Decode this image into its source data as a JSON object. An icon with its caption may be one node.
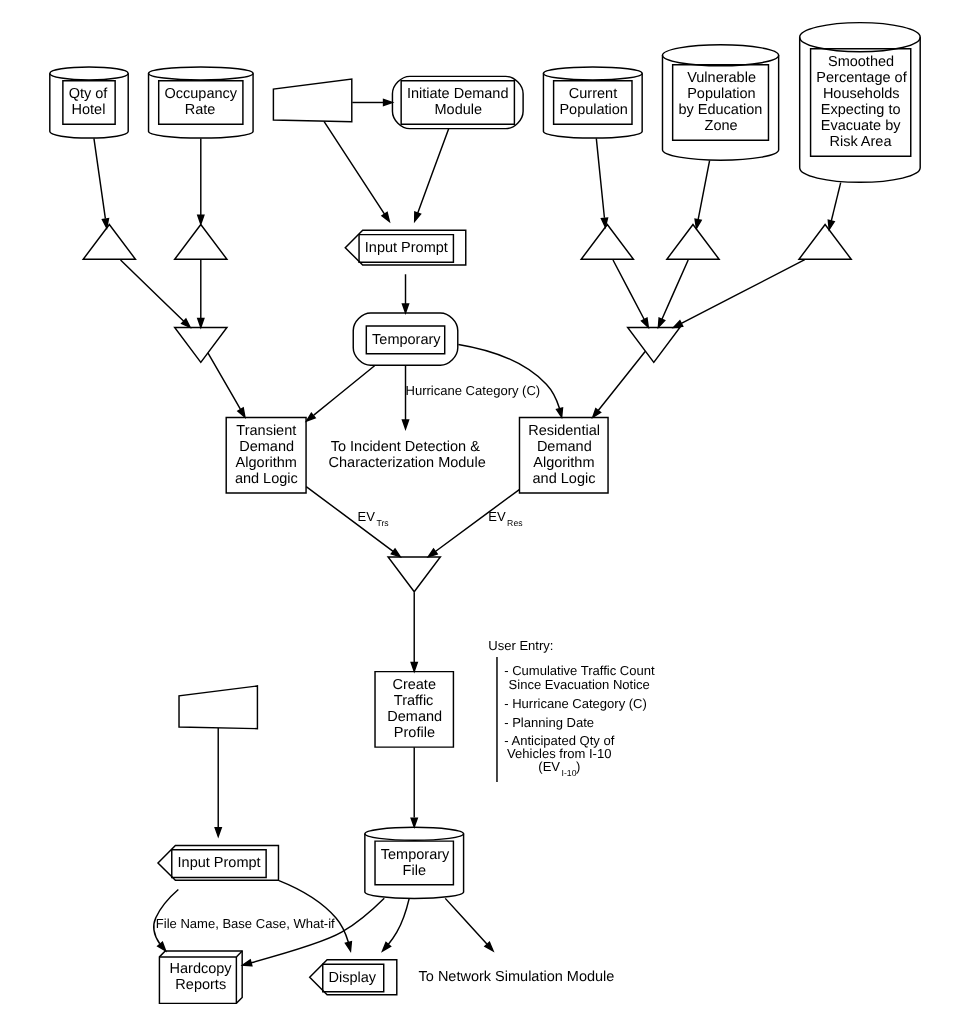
{
  "diagram": {
    "nodes": [
      {
        "text": [
          "Initiate Demand Module"
        ]
      },
      {
        "text": [
          "Input Prompt"
        ]
      },
      {
        "text": [],
        "shape": "trapezoid"
      },
      {
        "text": [
          "Temporary"
        ]
      },
      {
        "text": [
          "To Incident Detection & Characterization Module"
        ]
      },
      {
        "text": [
          "Current Population"
        ]
      },
      {
        "text": [],
        "shape": "triangle"
      },
      {
        "text": [
          "Vulnerable Population by Education Zone"
        ]
      },
      {
        "text": [],
        "shape": "triangle"
      },
      {
        "text": [],
        "shape": "triangle"
      },
      {
        "text": [
          "Residential Demand Algorithm and Logic"
        ]
      },
      {
        "text": [
          "Qty of Hotel"
        ]
      },
      {
        "text": [],
        "shape": "triangle"
      },
      {
        "text": [
          "Transient Demand Algorithm and Logic"
        ]
      },
      {
        "text": [],
        "shape": "triangle"
      },
      {
        "text": [],
        "shape": "triangle"
      },
      {
        "text": [
          "Occupancy Rate"
        ]
      },
      {
        "text": [
          "Smoothed Percentage of Households Expecting to Evacuate by Risk Area"
        ]
      },
      {
        "text": [],
        "shape": "triangle"
      },
      {
        "text": [],
        "shape": "triangle"
      },
      {
        "text": [],
        "shape": "trapezoid"
      },
      {
        "text": [
          "Input Prompt"
        ]
      },
      {
        "text": [
          "Create Traffic Demand Profile"
        ]
      },
      {
        "text": [
          "Temporary File"
        ]
      },
      {
        "text": [
          "Hardcopy Reports"
        ]
      },
      {
        "text": [
          "Display"
        ]
      },
      {
        "text": [
          "To Network Simulation Module"
        ]
      }
    ],
    "edges": [
      {
        "from": 0,
        "to": 1,
        "arrow": "to"
      },
      {
        "from": 2,
        "to": 1,
        "arrow": "to"
      },
      {
        "from": 2,
        "to": 0,
        "arrow": "to"
      },
      {
        "from": 1,
        "to": 3,
        "arrow": "to"
      },
      {
        "from": 3,
        "to": 4,
        "arrow": "to",
        "label": "Hurricane Category (C)"
      },
      {
        "from": 3,
        "to": 10,
        "arrow": "to"
      },
      {
        "from": 3,
        "to": 13,
        "arrow": "to"
      },
      {
        "from": 5,
        "to": 6,
        "arrow": "to"
      },
      {
        "from": 6,
        "to": 9,
        "arrow": "to"
      },
      {
        "from": 7,
        "to": 8,
        "arrow": "to"
      },
      {
        "from": 8,
        "to": 9,
        "arrow": "to"
      },
      {
        "from": 17,
        "to": 18,
        "arrow": "to"
      },
      {
        "from": 18,
        "to": 9,
        "arrow": "to"
      },
      {
        "from": 9,
        "to": 10,
        "arrow": "to"
      },
      {
        "from": 11,
        "to": 12,
        "arrow": "to"
      },
      {
        "from": 12,
        "to": 14,
        "arrow": "to"
      },
      {
        "from": 16,
        "to": 15,
        "arrow": "to"
      },
      {
        "from": 15,
        "to": 14,
        "arrow": "to"
      },
      {
        "from": 14,
        "to": 13,
        "arrow": "to"
      },
      {
        "from": 10,
        "to": 19,
        "arrow": "to",
        "label": "EV$_{Res}$"
      },
      {
        "from": 13,
        "to": 19,
        "arrow": "to",
        "label": "EV$_{Trs}$"
      },
      {
        "from": 19,
        "to": 22,
        "arrow": "to"
      },
      {
        "from": 22,
        "to": 23,
        "arrow": "to"
      },
      {
        "from": 20,
        "to": 21,
        "arrow": "to"
      },
      {
        "from": 21,
        "to": 24,
        "arrow": "to",
        "label": "File Name, Base Case, What-if"
      },
      {
        "from": 21,
        "to": 25,
        "arrow": "to"
      },
      {
        "from": 23,
        "to": 24,
        "arrow": "to"
      },
      {
        "from": 23,
        "to": 25,
        "arrow": "to"
      },
      {
        "from": 23,
        "to": 26,
        "arrow": "to"
      }
    ],
    "labels": [
      "User Entry:",
      "- Cumulative Traffic Count Since Evacuation Notice",
      "- Hurricane Category (C)",
      "- Planning Date",
      "- Anticipated Qty of Vehicles from I-10 (EV$_{I-10}$)"
    ]
  }
}
